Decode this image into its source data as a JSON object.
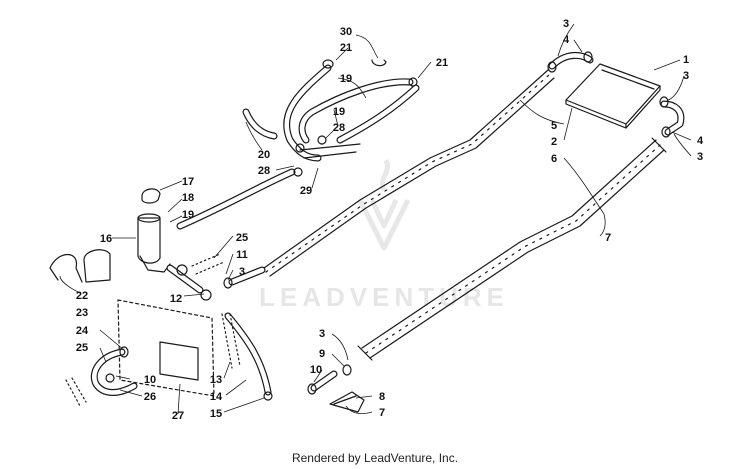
{
  "watermark": {
    "text": "LEADVENTURE"
  },
  "footer": {
    "text": "Rendered by LeadVenture, Inc."
  },
  "callouts": [
    {
      "id": "c30",
      "label": "30"
    },
    {
      "id": "c21a",
      "label": "21"
    },
    {
      "id": "c21b",
      "label": "21"
    },
    {
      "id": "c19a",
      "label": "19"
    },
    {
      "id": "c19b",
      "label": "19"
    },
    {
      "id": "c28a",
      "label": "28"
    },
    {
      "id": "c20",
      "label": "20"
    },
    {
      "id": "c28b",
      "label": "28"
    },
    {
      "id": "c29",
      "label": "29"
    },
    {
      "id": "c17",
      "label": "17"
    },
    {
      "id": "c18",
      "label": "18"
    },
    {
      "id": "c19c",
      "label": "19"
    },
    {
      "id": "c16",
      "label": "16"
    },
    {
      "id": "c25a",
      "label": "25"
    },
    {
      "id": "c11a",
      "label": "11"
    },
    {
      "id": "c3a",
      "label": "3"
    },
    {
      "id": "c12",
      "label": "12"
    },
    {
      "id": "c22",
      "label": "22"
    },
    {
      "id": "c23",
      "label": "23"
    },
    {
      "id": "c24",
      "label": "24"
    },
    {
      "id": "c25b",
      "label": "25"
    },
    {
      "id": "c10a",
      "label": "10"
    },
    {
      "id": "c26",
      "label": "26"
    },
    {
      "id": "c27",
      "label": "27"
    },
    {
      "id": "c13",
      "label": "13"
    },
    {
      "id": "c14",
      "label": "14"
    },
    {
      "id": "c15",
      "label": "15"
    },
    {
      "id": "c3b",
      "label": "3"
    },
    {
      "id": "c4a",
      "label": "4"
    },
    {
      "id": "c1",
      "label": "1"
    },
    {
      "id": "c3c",
      "label": "3"
    },
    {
      "id": "c5",
      "label": "5"
    },
    {
      "id": "c2",
      "label": "2"
    },
    {
      "id": "c6",
      "label": "6"
    },
    {
      "id": "c4b",
      "label": "4"
    },
    {
      "id": "c3d",
      "label": "3"
    },
    {
      "id": "c7a",
      "label": "7"
    },
    {
      "id": "c3e",
      "label": "3"
    },
    {
      "id": "c9",
      "label": "9"
    },
    {
      "id": "c10b",
      "label": "10"
    },
    {
      "id": "c8",
      "label": "8"
    },
    {
      "id": "c7b",
      "label": "7"
    }
  ]
}
